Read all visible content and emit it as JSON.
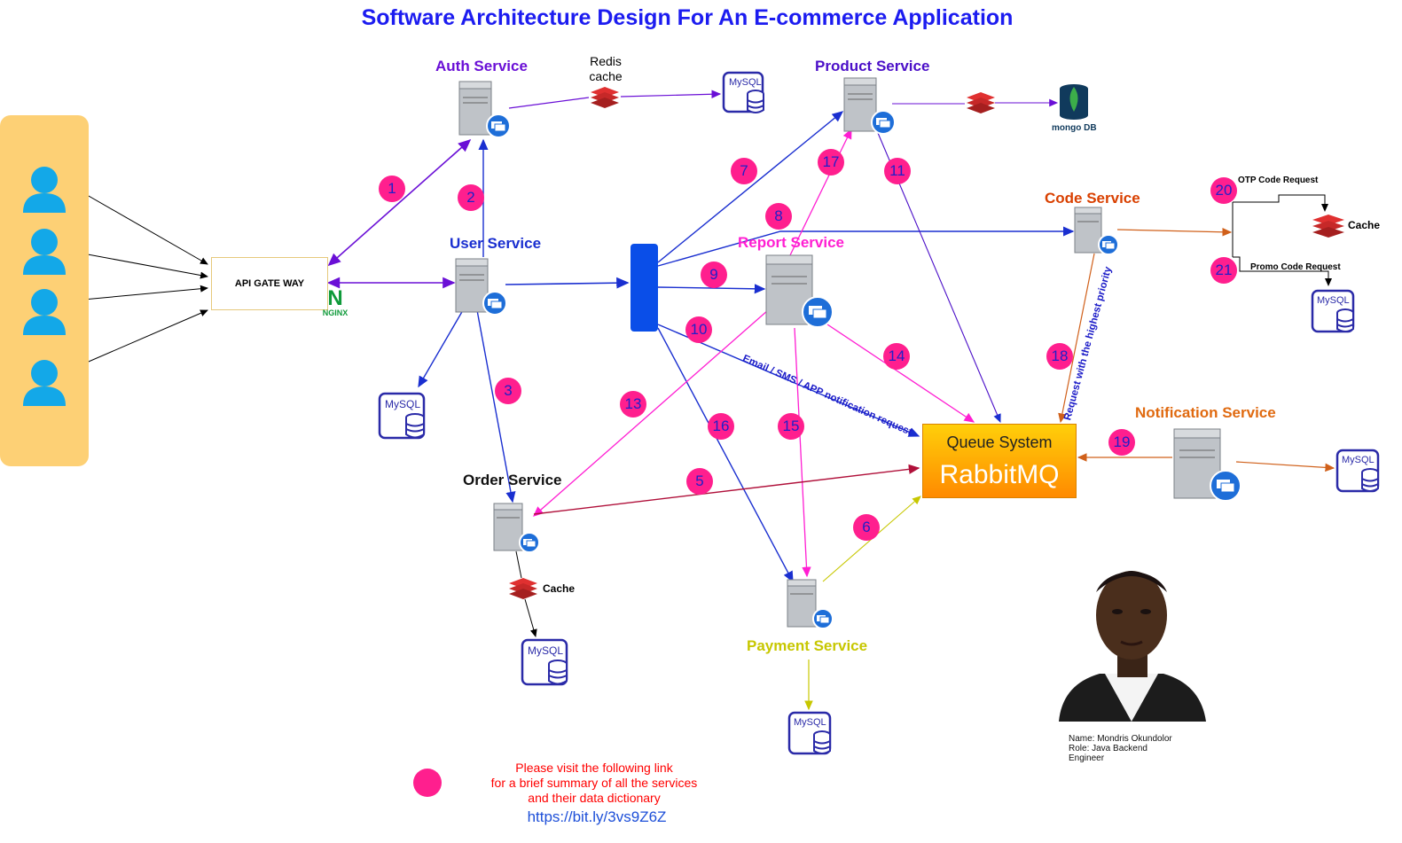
{
  "title": "Software Architecture Design For An E-commerce Application",
  "services": {
    "auth": "Auth Service",
    "user": "User Service",
    "product": "Product Service",
    "report": "Report Service",
    "code": "Code Service",
    "order": "Order Service",
    "payment": "Payment Service",
    "notification": "Notification Service"
  },
  "gateway_label": "API GATE WAY",
  "nginx_label": "NGINX",
  "redis_label": "Redis cache",
  "mysql_label": "MySQL",
  "mongo_label": "mongo DB",
  "cache_label": "Cache",
  "queue": {
    "title": "Queue System",
    "brand": "RabbitMQ"
  },
  "code_branches": {
    "otp": "OTP Code Request",
    "promo": "Promo Code Request"
  },
  "edge_labels": {
    "email": "Email / SMS / APP notification request",
    "priority": "Request with the highest priority"
  },
  "steps": [
    "1",
    "2",
    "3",
    "5",
    "6",
    "7",
    "8",
    "9",
    "10",
    "11",
    "13",
    "14",
    "15",
    "16",
    "17",
    "18",
    "19",
    "20",
    "21"
  ],
  "footer": {
    "note_line1": "Please visit the following link",
    "note_line2": "for a brief summary of all the services",
    "note_line3": "and their data dictionary",
    "url": "https://bit.ly/3vs9Z6Z"
  },
  "person": {
    "name": "Name: Mondris Okundolor",
    "role": "Role: Java Backend",
    "role2": "Engineer"
  },
  "colors": {
    "title": "#1c1cf0",
    "badge": "#ff1f8e",
    "auth_label": "#6a0fd6",
    "user_label": "#1a2fd0",
    "product_label": "#4b0fc8",
    "report_label": "#ff1ed2",
    "code_label": "#d94000",
    "notification_label": "#e06a10",
    "payment_label": "#c7c700"
  }
}
